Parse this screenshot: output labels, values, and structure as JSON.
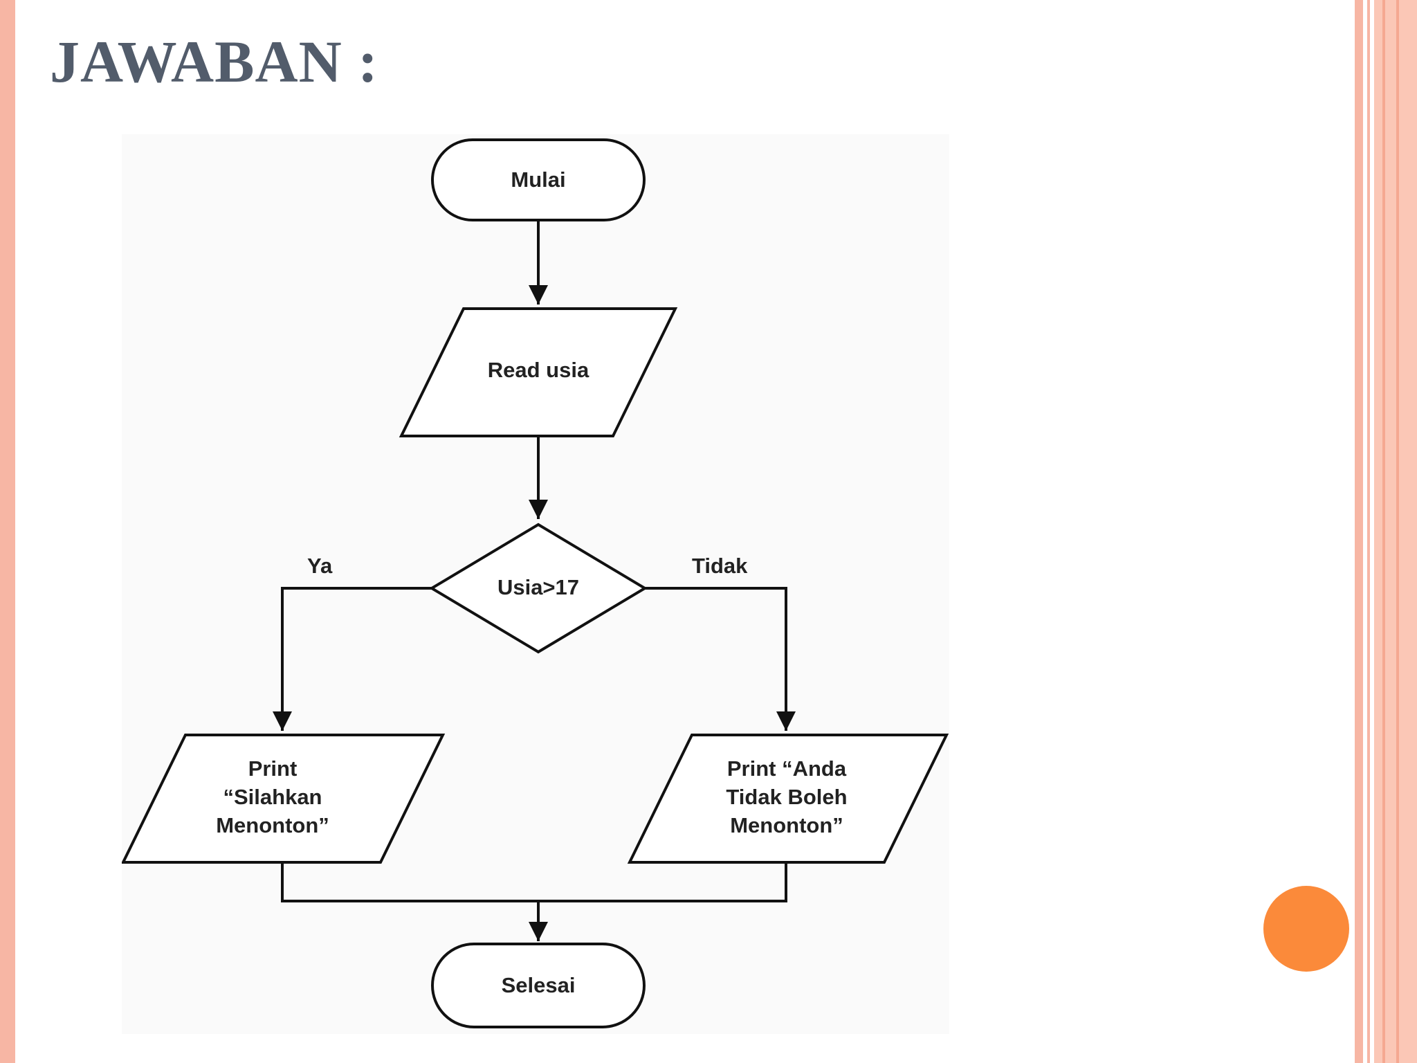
{
  "slide": {
    "title": "JAWABAN :",
    "accent_color": "#fb8a3a",
    "border_color": "#f7b6a4",
    "title_color": "#525c6b"
  },
  "flowchart": {
    "nodes": {
      "start": {
        "shape": "terminator",
        "label": "Mulai"
      },
      "input": {
        "shape": "parallelogram",
        "label": "Read usia"
      },
      "decision": {
        "shape": "diamond",
        "label": "Usia>17"
      },
      "output_yes": {
        "shape": "parallelogram",
        "label": "Print\n“Silahkan\nMenonton”"
      },
      "output_no": {
        "shape": "parallelogram",
        "label": "Print “Anda\nTidak Boleh\nMenonton”"
      },
      "end": {
        "shape": "terminator",
        "label": "Selesai"
      }
    },
    "edges": {
      "yes_label": "Ya",
      "no_label": "Tidak"
    }
  }
}
